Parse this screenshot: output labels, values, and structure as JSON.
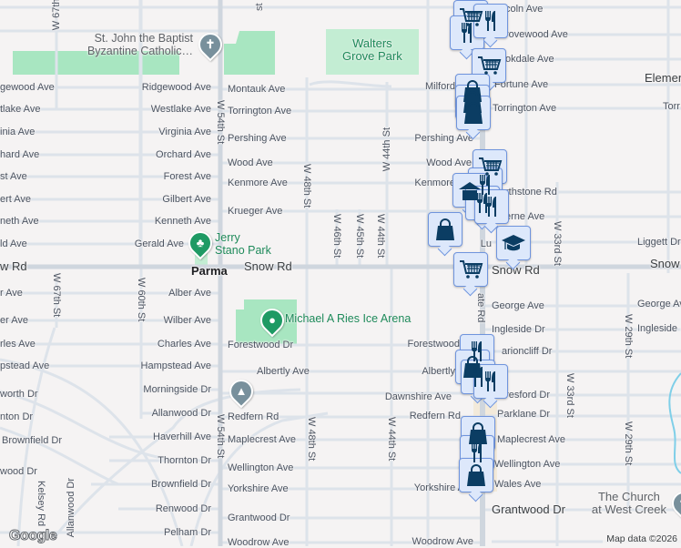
{
  "map": {
    "area_label": "Parma",
    "attribution": "Map data ©2026",
    "logo": "Google",
    "colors": {
      "background": "#f5f3f3",
      "road": "#dde3ea",
      "major_road": "#cfd6de",
      "park": "#a8e6c1",
      "marker_fill": "#dde8fb",
      "marker_border": "#6f94dd",
      "marker_icon": "#0b3d63",
      "water": "#7fcfe8"
    },
    "street_labels": [
      "gewood Ave",
      "tlake Ave",
      "inia Ave",
      "hard Ave",
      "st Ave",
      "ert Ave",
      "neth Ave",
      "ld Ave",
      "w Rd",
      "r Ave",
      "er Ave",
      "rles Ave",
      "pstead Ave",
      "worth Dr",
      "nton Dr",
      "Brownfield Dr",
      "wood Dr",
      "Ridgewood Ave",
      "Westlake Ave",
      "Virginia Ave",
      "Orchard Ave",
      "Forest Ave",
      "Gilbert Ave",
      "Kenneth Ave",
      "Gerald Ave",
      "Alber Ave",
      "Wilber Ave",
      "Charles Ave",
      "Hampstead Ave",
      "Morningside Dr",
      "Allanwood Dr",
      "Haverhill Ave",
      "Thornton Dr",
      "Brownfield Dr",
      "Renwood Dr",
      "Pelham Dr",
      "Montauk Ave",
      "Torrington Ave",
      "Pershing Ave",
      "Wood Ave",
      "Kenmore Ave",
      "Krueger Ave",
      "Snow Rd",
      "Forestwood Dr",
      "Albertly Ave",
      "Redfern Rd",
      "Maplecrest Ave",
      "Wellington Ave",
      "Yorkshire Ave",
      "Grantwood Dr",
      "Woodrow Ave",
      "Milford",
      "Pershing Ave",
      "Wood Ave",
      "Kenmore",
      "Forestwood",
      "Albertly",
      "Dawnshire Ave",
      "Redfern Rd",
      "Yorkshire A",
      "Woodrow Ave",
      "coln Ave",
      "rovewood Ave",
      "okdale Ave",
      "Fortune Ave",
      "Torrington Ave",
      "Elemen",
      "Torr",
      "rthstone Rd",
      "erne Ave",
      "Liggett Dr",
      "Lu",
      "Snow Rd",
      "Snow Rd",
      "George Ave",
      "George Ave",
      "Ingleside Dr",
      "Ingleside Dr",
      "arioncliff Dr",
      "eresford Dr",
      "Parklane Dr",
      "Maplecrest Ave",
      "Wellington Ave",
      "Wales Ave",
      "Grantwood Dr",
      "W 54th St",
      "W 54th St",
      "W 48th St",
      "W 48th St",
      "W 46th St",
      "W 45th St",
      "W 44th St",
      "W 44th St",
      "W 44th St",
      "ate Rd",
      "W 33rd St",
      "W 33rd St",
      "W 29th St",
      "W 29th St",
      "W 67th St",
      "W 60th St",
      "Kelsey Rd",
      "Allanwood Dr",
      "st St",
      "W 67th St"
    ],
    "places": [
      {
        "name_line1": "St. John the Baptist",
        "name_line2": "Byzantine Catholic…",
        "icon": "church-icon"
      },
      {
        "name_line1": "Walters",
        "name_line2": "Grove Park",
        "icon": ""
      },
      {
        "name_line1": "Jerry",
        "name_line2": "Stano Park",
        "icon": "tree-icon"
      },
      {
        "name_line1": "Michael A Ries Ice Arena",
        "name_line2": "",
        "icon": "pin-icon"
      },
      {
        "name_line1": "The Church",
        "name_line2": "at West Creek",
        "icon": "church-icon"
      },
      {
        "name_line1": "",
        "name_line2": "",
        "icon": "school-icon"
      }
    ],
    "markers": [
      "cart",
      "fork-knife",
      "fork-knife",
      "cart",
      "bag",
      "bag",
      "bag",
      "cart",
      "fork-knife",
      "home",
      "fork-knife",
      "fork-knife",
      "bag",
      "graduation-cap",
      "cart",
      "fork-knife",
      "bag",
      "fork-knife",
      "fork-knife",
      "bag",
      "fork-knife",
      "bag"
    ]
  }
}
